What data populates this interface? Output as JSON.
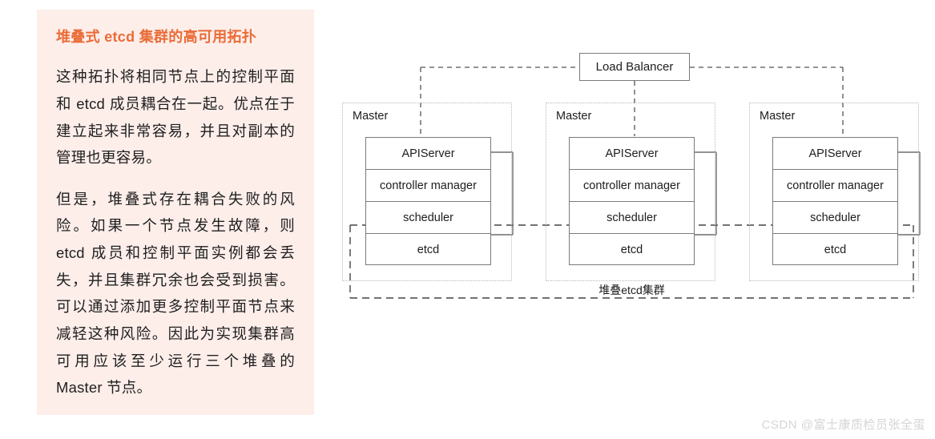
{
  "panel": {
    "heading": "堆叠式 etcd 集群的高可用拓扑",
    "paragraphs": [
      "这种拓扑将相同节点上的控制平面和 etcd 成员耦合在一起。优点在于建立起来非常容易，并且对副本的管理也更容易。",
      "但是，堆叠式存在耦合失败的风险。如果一个节点发生故障，则 etcd 成员和控制平面实例都会丢失，并且集群冗余也会受到损害。可以通过添加更多控制平面节点来减轻这种风险。因此为实现集群高可用应该至少运行三个堆叠的 Master 节点。"
    ]
  },
  "diagram": {
    "load_balancer_label": "Load Balancer",
    "cluster_caption": "堆叠etcd集群",
    "masters": [
      {
        "label": "Master",
        "components": [
          "APIServer",
          "controller manager",
          "scheduler",
          "etcd"
        ]
      },
      {
        "label": "Master",
        "components": [
          "APIServer",
          "controller manager",
          "scheduler",
          "etcd"
        ]
      },
      {
        "label": "Master",
        "components": [
          "APIServer",
          "controller manager",
          "scheduler",
          "etcd"
        ]
      }
    ]
  },
  "watermark": "CSDN @富士康质检员张全蛋",
  "colors": {
    "panel_background": "#fdeeea",
    "heading": "#ea6c37",
    "box_border": "#7a7a7a",
    "dotted_border": "#b8b8b8",
    "dashed_line": "#444444",
    "text": "#1d1d1d",
    "watermark": "#d5d5d5"
  }
}
